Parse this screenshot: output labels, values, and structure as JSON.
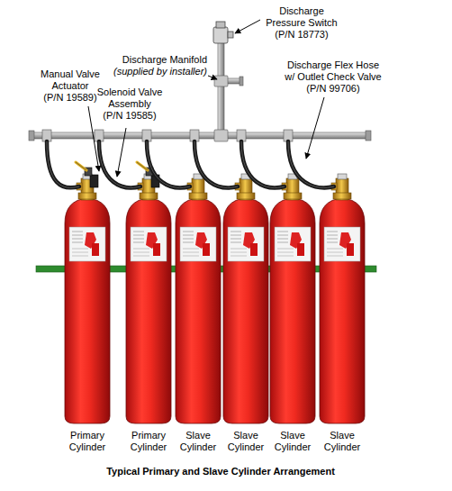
{
  "diagram": {
    "caption": "Typical Primary and Slave Cylinder Arrangement",
    "labels": [
      "Discharge Pressure Switch",
      "(P/N 18773)",
      "Discharge Manifold",
      "(supplied by installer)",
      "Manual Valve Actuator",
      "(P/N 19589)",
      "Solenoid Valve Assembly",
      "(P/N 19585)",
      "Discharge Flex Hose w/ Outlet Check Valve",
      "(P/N 99706)",
      "Primary Cylinder",
      "Primary Cylinder",
      "Slave Cylinder",
      "Slave Cylinder",
      "Slave Cylinder",
      "Slave Cylinder"
    ]
  }
}
